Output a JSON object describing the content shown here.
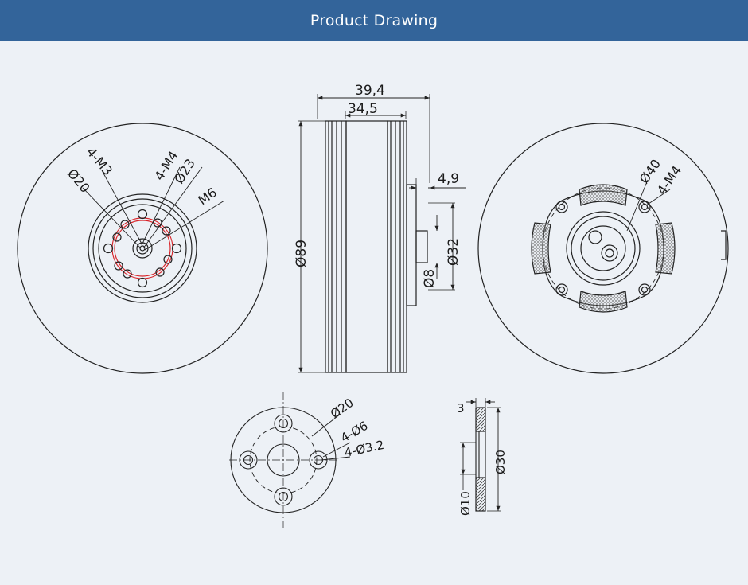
{
  "header": {
    "title": "Product Drawing"
  },
  "front_view": {
    "labels": {
      "holes_small": "4-M3",
      "dia_inner": "Ø20",
      "holes_large": "4-M4",
      "dia_outer": "Ø23",
      "shaft_thread": "M6"
    }
  },
  "side_view": {
    "labels": {
      "total_length": "39,4",
      "body_length": "34,5",
      "diameter": "Ø89",
      "shaft_len": "4,9",
      "base_dia": "Ø32",
      "shaft_dia": "Ø8"
    }
  },
  "back_view": {
    "labels": {
      "dia": "Ø40",
      "holes": "4-M4"
    }
  },
  "adapter_front": {
    "labels": {
      "dia": "Ø20",
      "counterbore": "4-Ø6",
      "holes": "4-Ø3.2"
    }
  },
  "adapter_section": {
    "labels": {
      "thickness": "3",
      "outer_dia": "Ø30",
      "inner_dia": "Ø10"
    }
  },
  "colors": {
    "header_bg": "#33649a",
    "background": "#edf1f6",
    "line": "#222222",
    "highlight": "#d9252a"
  }
}
